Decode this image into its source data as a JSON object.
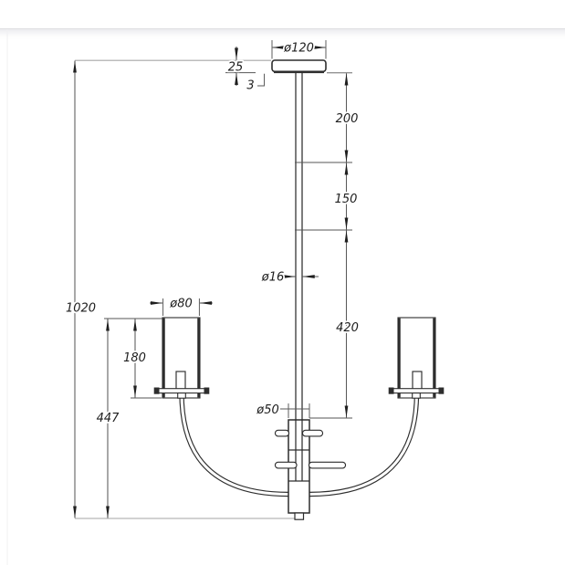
{
  "style": {
    "ink": "#2d2d2d",
    "dimension_ink": "#5a5a5a",
    "guide_gray": "#a6a6a6",
    "background": "#ffffff",
    "header_shadow": "#dfdfe2"
  },
  "drawing": {
    "subject": "two-arm-pendant-chandelier-elevation",
    "labels": {
      "canopy_diameter": "ø120",
      "canopy_height": "25",
      "canopy_plate_thickness": "3",
      "stem_upper_section": "200",
      "stem_middle_section": "150",
      "stem_diameter": "ø16",
      "stem_lower_section": "420",
      "overall_height": "1020",
      "shade_diameter": "ø80",
      "shade_height": "180",
      "body_section_height": "447",
      "hub_diameter": "ø50"
    }
  }
}
